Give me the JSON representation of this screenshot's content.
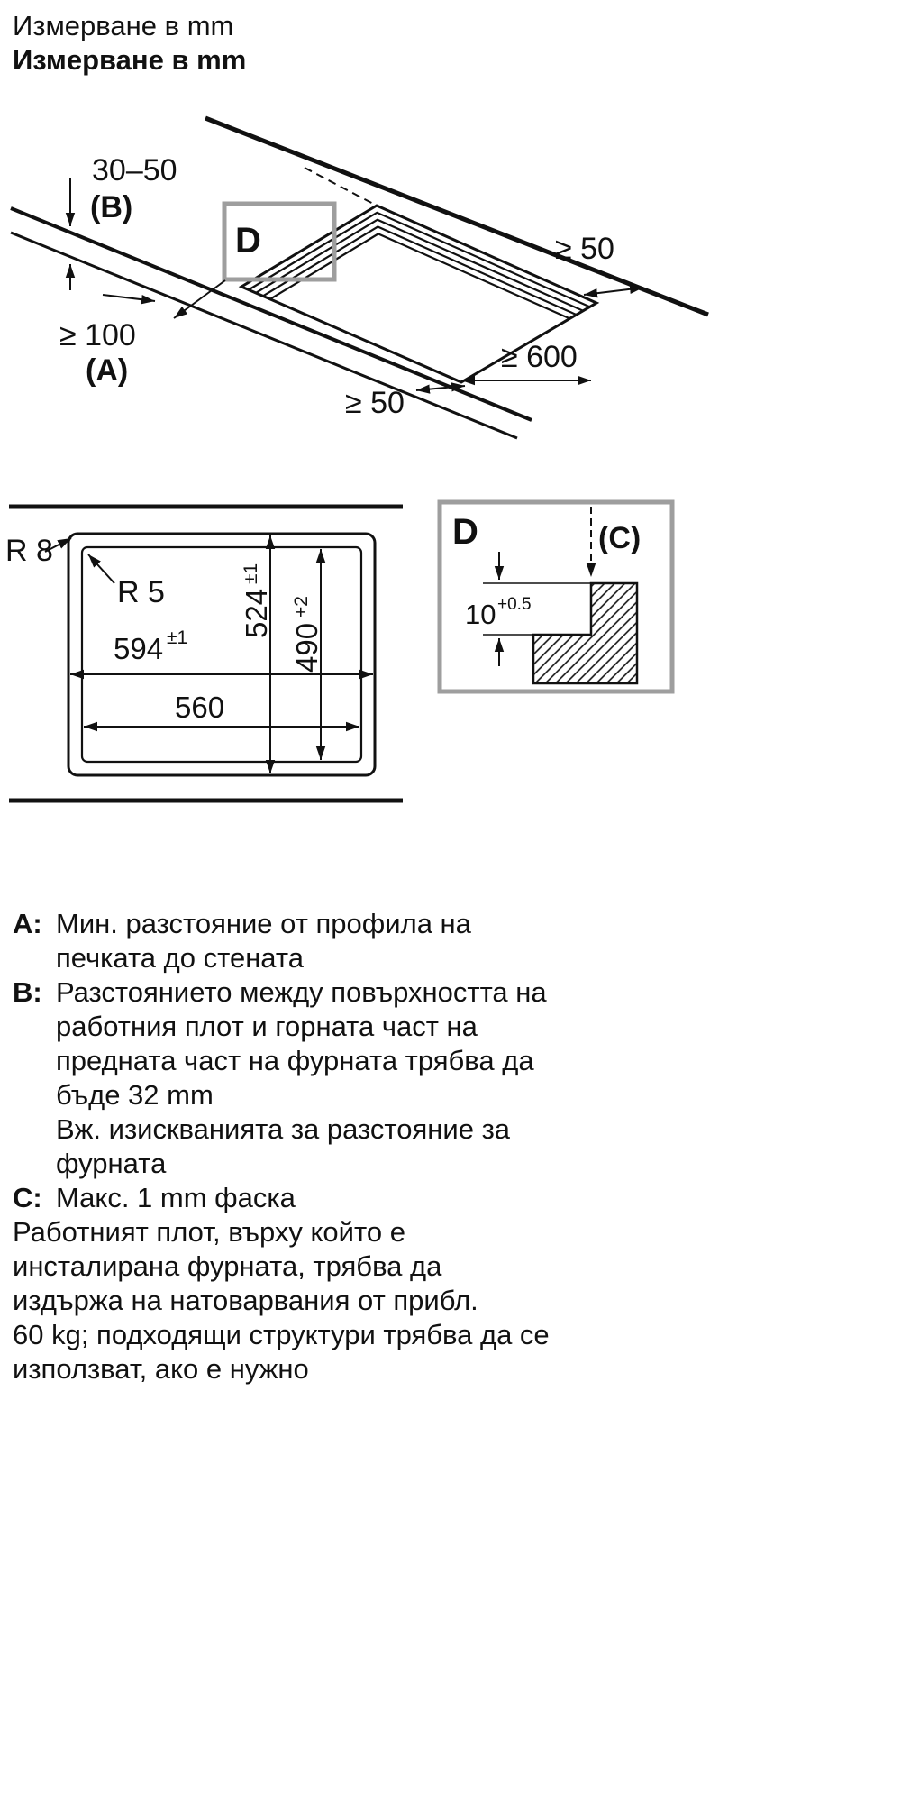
{
  "title": {
    "line1": "Измерване в mm",
    "line2": "Измерване в mm"
  },
  "perspective": {
    "dim_b": "30–50",
    "label_b": "(B)",
    "detail_label": "D",
    "side_clearance": "≥ 50",
    "dim_a": "≥ 100",
    "label_a": "(A)",
    "worktop_depth": "≥ 600",
    "front_clearance": "≥ 50"
  },
  "cutout": {
    "radius_outer": "R 8",
    "radius_inner": "R 5",
    "width": "594",
    "width_tol": "±1",
    "width_inner": "560",
    "depth": "524",
    "depth_tol": "±1",
    "depth_inner": "490",
    "depth_inner_tol": "+2"
  },
  "detail_d": {
    "label": "D",
    "label_c": "(C)",
    "step": "10",
    "step_tol": "+0.5"
  },
  "colors": {
    "line": "#111111",
    "detail_box": "#9e9e9e"
  },
  "legend": {
    "items": [
      {
        "key": "A:",
        "text": "Мин. разстояние от профила на\nпечката до стената"
      },
      {
        "key": "B:",
        "text": "Разстоянието между повърхността на\nработния плот и горната част на\nпредната част на фурната трябва да\nбъде 32 mm\nВж. изискванията за разстояние за\nфурната"
      },
      {
        "key": "C:",
        "text": "Макс. 1 mm фаска"
      }
    ],
    "footer": "Работният плот, върху който е\nинсталирана фурната, трябва да\nиздържа на натоварвания от прибл.\n60 kg; подходящи структури трябва да се\nизползват, ако е нужно"
  }
}
